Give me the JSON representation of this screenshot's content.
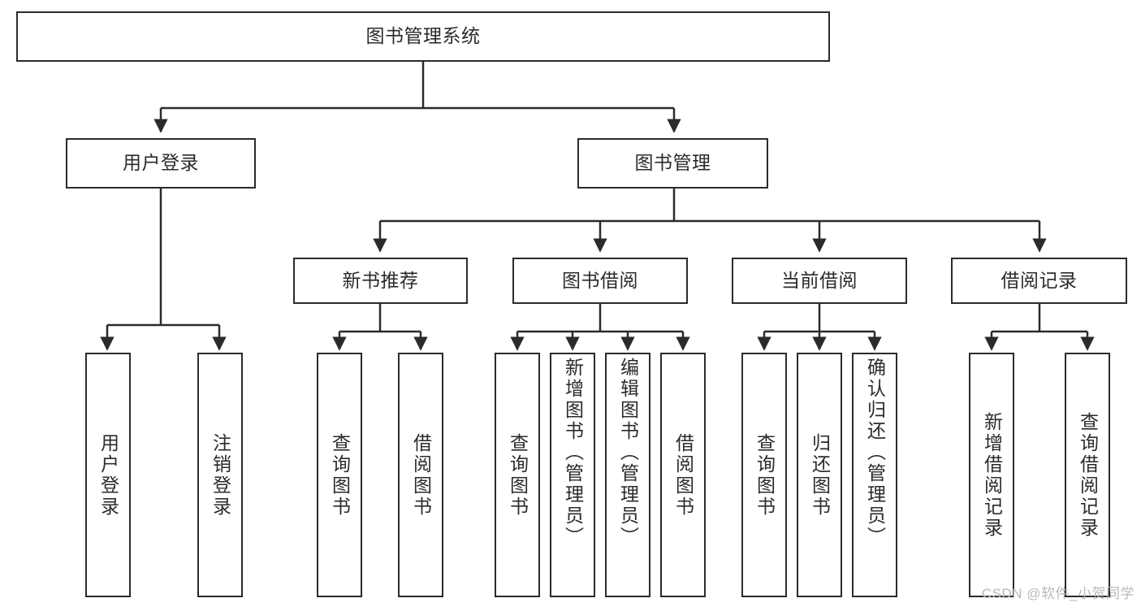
{
  "diagram": {
    "title": "图书管理系统",
    "type": "tree-hierarchy",
    "watermark": "CSDN @软件_小贺同学",
    "colors": {
      "stroke": "#2b2b2b",
      "fill": "#ffffff",
      "text": "#2b2b2b",
      "watermark": "#b9b9b9"
    },
    "nodes": {
      "root": {
        "label": "图书管理系统"
      },
      "level2": [
        {
          "id": "user-login",
          "label": "用户登录"
        },
        {
          "id": "book-manage",
          "label": "图书管理"
        }
      ],
      "level3": [
        {
          "id": "new-book-rec",
          "label": "新书推荐"
        },
        {
          "id": "book-borrow",
          "label": "图书借阅"
        },
        {
          "id": "current-borrow",
          "label": "当前借阅"
        },
        {
          "id": "borrow-record",
          "label": "借阅记录"
        }
      ],
      "leaves": {
        "user-login": [
          {
            "id": "leaf-user-login",
            "label": "用户登录"
          },
          {
            "id": "leaf-logout-login",
            "label": "注销登录"
          }
        ],
        "new-book-rec": [
          {
            "id": "leaf-query-book-1",
            "label": "查询图书"
          },
          {
            "id": "leaf-borrow-book-1",
            "label": "借阅图书"
          }
        ],
        "book-borrow": [
          {
            "id": "leaf-query-book-2",
            "label": "查询图书"
          },
          {
            "id": "leaf-add-book",
            "label": "新增图书（管理员）"
          },
          {
            "id": "leaf-edit-book",
            "label": "编辑图书（管理员）"
          },
          {
            "id": "leaf-borrow-book-2",
            "label": "借阅图书"
          }
        ],
        "current-borrow": [
          {
            "id": "leaf-query-book-3",
            "label": "查询图书"
          },
          {
            "id": "leaf-return-book",
            "label": "归还图书"
          },
          {
            "id": "leaf-confirm-return",
            "label": "确认归还（管理员）"
          }
        ],
        "borrow-record": [
          {
            "id": "leaf-add-record",
            "label": "新增借阅记录"
          },
          {
            "id": "leaf-query-record",
            "label": "查询借阅记录"
          }
        ]
      }
    }
  }
}
